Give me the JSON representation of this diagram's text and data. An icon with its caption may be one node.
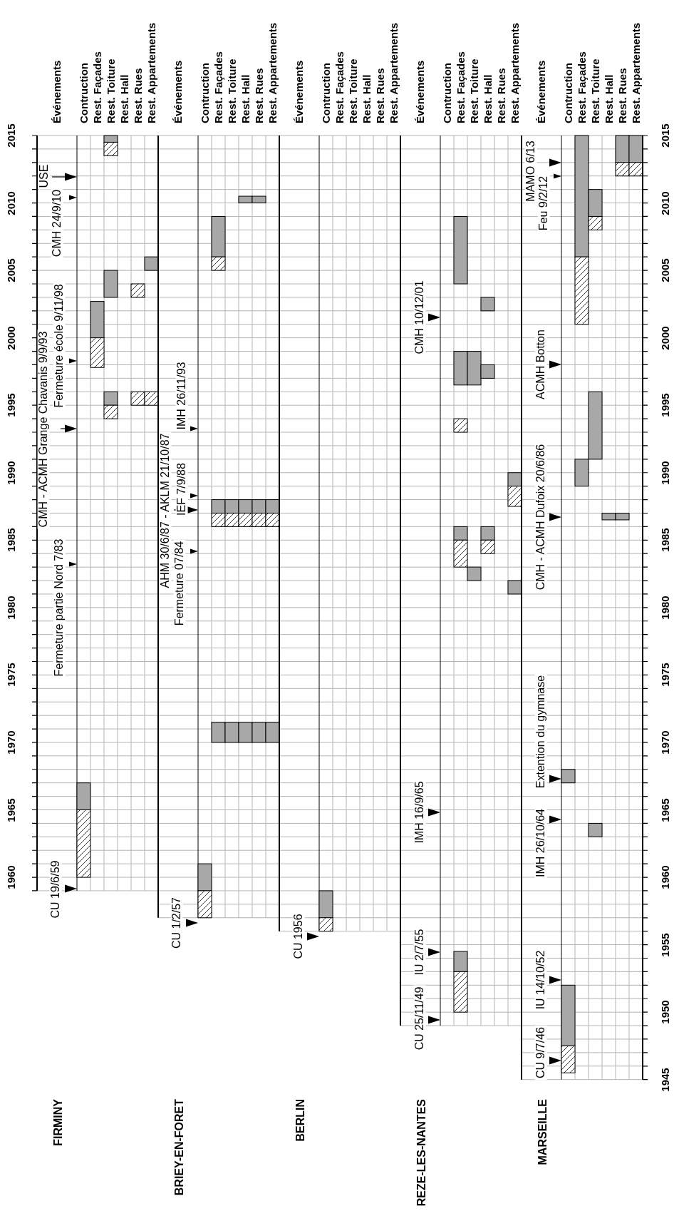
{
  "diagram": {
    "labels": [
      "2015",
      "2010",
      "2005",
      "2000",
      "1995",
      "1990",
      "1985",
      "1980",
      "1975",
      "1970",
      "1965",
      "1960",
      "Événements",
      "Contruction",
      "Rest. Façades",
      "Rest. Toiture",
      "Rest. Hall",
      "Rest. Rues",
      "Rest. Appartements",
      "USE",
      "CMH 24/9/10",
      "Fermeture école 9/11/98",
      "CMH - ACMH Grange Chavanis 9/9/93",
      "Fermeture partie Nord 7/83",
      "CU 19/6/59",
      "FIRMINY",
      "Événements",
      "Contruction",
      "Rest. Façades",
      "Rest. Toiture",
      "Rest. Hall",
      "Rest. Rues",
      "Rest. Appartements",
      "IMH 26/11/93",
      "IEF 7/9/88",
      "AHM 30/6/87 - AKLM 21/10/87",
      "Fermeture 07/84",
      "CU 1/2/57",
      "BRIEY-EN-FORET",
      "Événements",
      "Contruction",
      "Rest. Façades",
      "Rest. Toiture",
      "Rest. Hall",
      "Rest. Rues",
      "Rest. Appartements",
      "CU 1956",
      "BERLIN",
      "Événements",
      "Contruction",
      "Rest. Façades",
      "Rest. Toiture",
      "Rest. Hall",
      "Rest. Rues",
      "Rest. Appartements",
      "CMH 10/12/01",
      "IMH 16/9/65",
      "IU 2/7/55",
      "CU 25/11/49",
      "REZE-LES-NANTES",
      "Événements",
      "Contruction",
      "Rest. Façades",
      "Rest. Toiture",
      "Rest. Hall",
      "Rest. Rues",
      "Rest. Appartements",
      "MAMO 6/13",
      "Feu 9/2/12",
      "ACMH Botton",
      "CMH - ACMH Dufoix 20/6/86",
      "Extention du gymnase",
      "IMH 26/10/64",
      "IU 14/10/52",
      "CU 9/7/46",
      "MARSEILLE",
      "2015",
      "2010",
      "2005",
      "2000",
      "1995",
      "1990",
      "1985",
      "1980",
      "1975",
      "1970",
      "1965",
      "1960",
      "1955",
      "1950",
      "1945"
    ]
  }
}
